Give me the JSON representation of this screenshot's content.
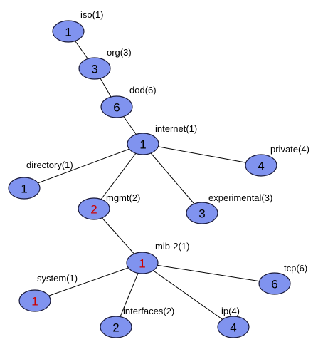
{
  "colors": {
    "node_fill": "#8093ef",
    "node_stroke": "#1a1a3a",
    "edge": "#000000",
    "label_text": "#000000",
    "number_default": "#000000",
    "number_highlight": "#cc0000"
  },
  "nodes": [
    {
      "id": "iso",
      "label": "iso(1)",
      "number": "1",
      "highlight": false
    },
    {
      "id": "org",
      "label": "org(3)",
      "number": "3",
      "highlight": false
    },
    {
      "id": "dod",
      "label": "dod(6)",
      "number": "6",
      "highlight": false
    },
    {
      "id": "internet",
      "label": "internet(1)",
      "number": "1",
      "highlight": false
    },
    {
      "id": "directory",
      "label": "directory(1)",
      "number": "1",
      "highlight": false
    },
    {
      "id": "mgmt",
      "label": "mgmt(2)",
      "number": "2",
      "highlight": true
    },
    {
      "id": "experimental",
      "label": "experimental(3)",
      "number": "3",
      "highlight": false
    },
    {
      "id": "private",
      "label": "private(4)",
      "number": "4",
      "highlight": false
    },
    {
      "id": "mib-2",
      "label": "mib-2(1)",
      "number": "1",
      "highlight": true
    },
    {
      "id": "system",
      "label": "system(1)",
      "number": "1",
      "highlight": true
    },
    {
      "id": "interfaces",
      "label": "interfaces(2)",
      "number": "2",
      "highlight": false
    },
    {
      "id": "ip",
      "label": "ip(4)",
      "number": "4",
      "highlight": false
    },
    {
      "id": "tcp",
      "label": "tcp(6)",
      "number": "6",
      "highlight": false
    }
  ],
  "edges": [
    {
      "from": "iso",
      "to": "org"
    },
    {
      "from": "org",
      "to": "dod"
    },
    {
      "from": "dod",
      "to": "internet"
    },
    {
      "from": "internet",
      "to": "directory"
    },
    {
      "from": "internet",
      "to": "mgmt"
    },
    {
      "from": "internet",
      "to": "experimental"
    },
    {
      "from": "internet",
      "to": "private"
    },
    {
      "from": "mgmt",
      "to": "mib-2"
    },
    {
      "from": "mib-2",
      "to": "system"
    },
    {
      "from": "mib-2",
      "to": "interfaces"
    },
    {
      "from": "mib-2",
      "to": "ip"
    },
    {
      "from": "mib-2",
      "to": "tcp"
    }
  ]
}
